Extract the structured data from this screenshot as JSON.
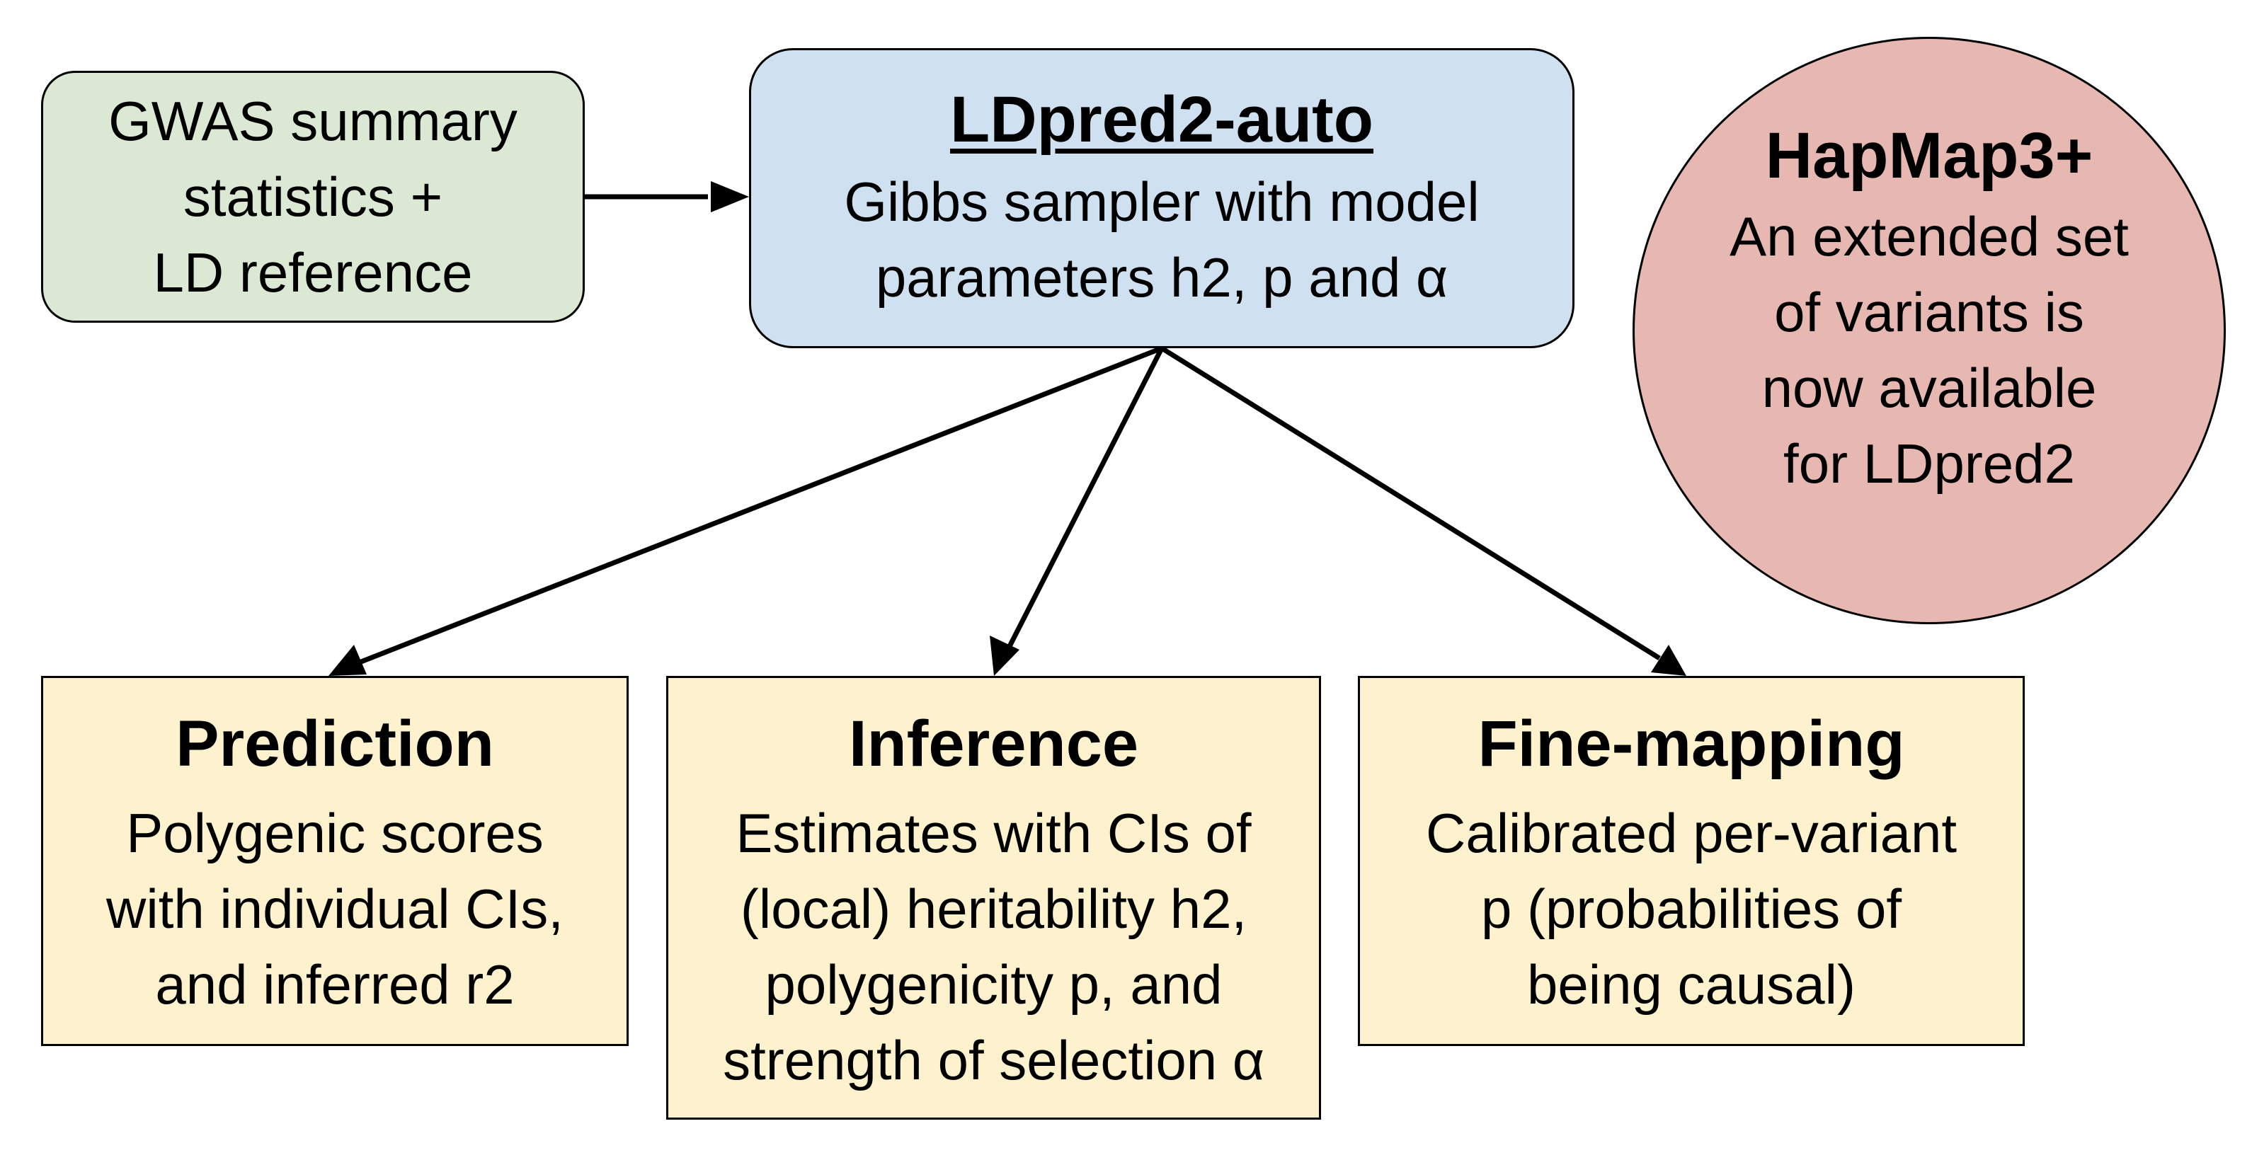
{
  "gwas_box": {
    "text": "GWAS summary\nstatistics +\nLD reference"
  },
  "ldpred_box": {
    "title": "LDpred2-auto",
    "text": "Gibbs sampler with model\nparameters h2, p and α"
  },
  "hapmap_circle": {
    "title": "HapMap3+",
    "text": "An extended set\nof variants is\nnow available\nfor LDpred2"
  },
  "prediction_box": {
    "title": "Prediction",
    "text": "Polygenic scores\nwith individual CIs,\nand inferred r2"
  },
  "inference_box": {
    "title": "Inference",
    "text": "Estimates with CIs of\n(local) heritability h2,\npolygenicity p, and\nstrength of selection α"
  },
  "finemapping_box": {
    "title": "Fine-mapping",
    "text": "Calibrated per-variant\np (probabilities of\nbeing causal)"
  },
  "colors": {
    "gwas_fill": "#dbe8d3",
    "ldpred_fill": "#cfe0f0",
    "hapmap_fill": "#e6b8b1",
    "outcome_fill": "#fef1cd",
    "stroke": "#000000"
  }
}
